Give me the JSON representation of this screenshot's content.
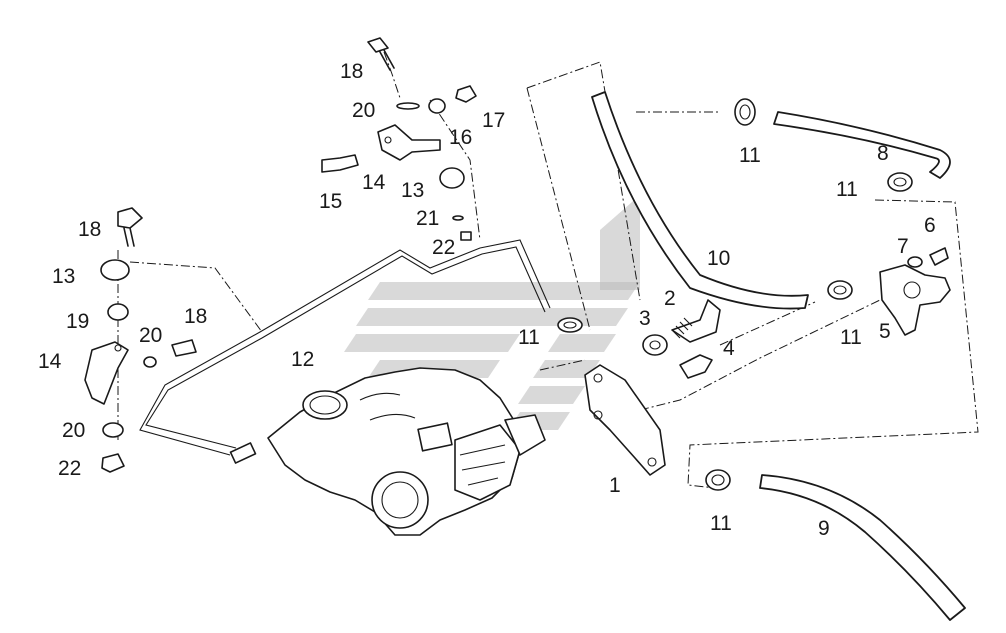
{
  "diagram": {
    "type": "exploded-parts-view",
    "accent_color": "#1a1a1a",
    "watermark_color": "#b9b9b9",
    "callouts": [
      {
        "id": "c1",
        "label": "1"
      },
      {
        "id": "c2",
        "label": "2"
      },
      {
        "id": "c3",
        "label": "3"
      },
      {
        "id": "c4",
        "label": "4"
      },
      {
        "id": "c5",
        "label": "5"
      },
      {
        "id": "c6",
        "label": "6"
      },
      {
        "id": "c7",
        "label": "7"
      },
      {
        "id": "c8",
        "label": "8"
      },
      {
        "id": "c9",
        "label": "9"
      },
      {
        "id": "c10",
        "label": "10"
      },
      {
        "id": "c11a",
        "label": "11"
      },
      {
        "id": "c11b",
        "label": "11"
      },
      {
        "id": "c11c",
        "label": "11"
      },
      {
        "id": "c11d",
        "label": "11"
      },
      {
        "id": "c11e",
        "label": "11"
      },
      {
        "id": "c12",
        "label": "12"
      },
      {
        "id": "c13a",
        "label": "13"
      },
      {
        "id": "c13b",
        "label": "13"
      },
      {
        "id": "c14a",
        "label": "14"
      },
      {
        "id": "c14b",
        "label": "14"
      },
      {
        "id": "c15",
        "label": "15"
      },
      {
        "id": "c16",
        "label": "16"
      },
      {
        "id": "c17",
        "label": "17"
      },
      {
        "id": "c18a",
        "label": "18"
      },
      {
        "id": "c18b",
        "label": "18"
      },
      {
        "id": "c18c",
        "label": "18"
      },
      {
        "id": "c19",
        "label": "19"
      },
      {
        "id": "c20a",
        "label": "20"
      },
      {
        "id": "c20b",
        "label": "20"
      },
      {
        "id": "c20c",
        "label": "20"
      },
      {
        "id": "c21",
        "label": "21"
      },
      {
        "id": "c22a",
        "label": "22"
      },
      {
        "id": "c22b",
        "label": "22"
      }
    ]
  }
}
